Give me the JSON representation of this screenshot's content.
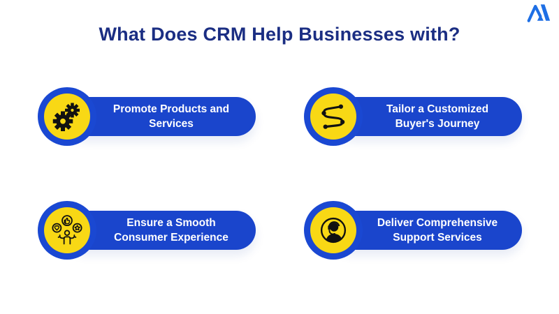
{
  "title": {
    "text": "What Does CRM Help Businesses with?"
  },
  "logo": {
    "name": "mountain-m-logo"
  },
  "theme": {
    "background": "#FFFFFF",
    "title_navy": "#1B2E83",
    "pill_blue": "#1A45CC",
    "ring_blue": "#1A48D2",
    "icon_yellow": "#F8D815",
    "icon_black": "#111111",
    "logo_blue": "#1E6FE5",
    "text_white": "#FFFFFF"
  },
  "items": [
    {
      "icon": "gears-icon",
      "label": "Promote Products and Services",
      "line1": "Promote Products and",
      "line2": "Services"
    },
    {
      "icon": "journey-path-icon",
      "label": "Tailor a Customized Buyer's Journey",
      "line1": "Tailor a Customized",
      "line2": "Buyer's Journey"
    },
    {
      "icon": "customer-experience-icon",
      "label": "Ensure a Smooth Consumer Experience",
      "line1": "Ensure a Smooth",
      "line2": "Consumer Experience"
    },
    {
      "icon": "support-agent-icon",
      "label": "Deliver Comprehensive Support Services",
      "line1": "Deliver Comprehensive",
      "line2": "Support Services"
    }
  ]
}
